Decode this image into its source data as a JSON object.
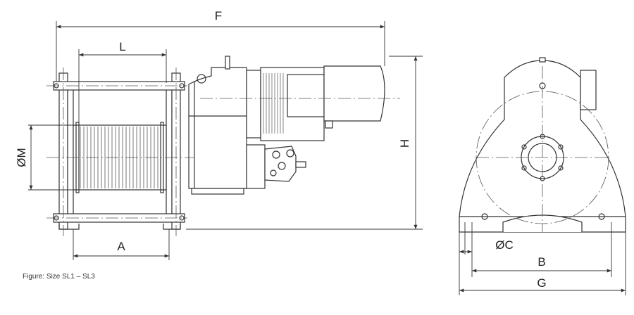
{
  "dimensions": {
    "F": "F",
    "L": "L",
    "M": "ØM",
    "H": "H",
    "A": "A",
    "C": "ØC",
    "B": "B",
    "G": "G"
  },
  "caption": "Figure: Size SL1 – SL3",
  "colors": {
    "line": "#333333",
    "centerline": "#555555",
    "background": "#ffffff"
  }
}
